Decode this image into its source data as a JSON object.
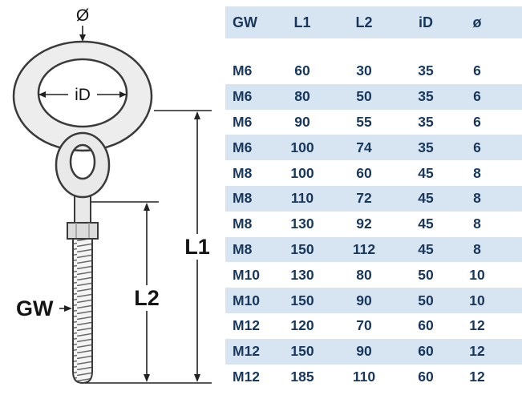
{
  "drawing": {
    "diameter_label": "Ø",
    "inner_diameter_label": "iD",
    "total_length_label": "L1",
    "thread_length_label": "L2",
    "thread_size_label": "GW"
  },
  "table": {
    "headers": [
      "GW",
      "L1",
      "L2",
      "iD",
      "ø"
    ],
    "rows": [
      [
        "M6",
        "60",
        "30",
        "35",
        "6"
      ],
      [
        "M6",
        "80",
        "50",
        "35",
        "6"
      ],
      [
        "M6",
        "90",
        "55",
        "35",
        "6"
      ],
      [
        "M6",
        "100",
        "74",
        "35",
        "6"
      ],
      [
        "M8",
        "100",
        "60",
        "45",
        "8"
      ],
      [
        "M8",
        "110",
        "72",
        "45",
        "8"
      ],
      [
        "M8",
        "130",
        "92",
        "45",
        "8"
      ],
      [
        "M8",
        "150",
        "112",
        "45",
        "8"
      ],
      [
        "M10",
        "130",
        "80",
        "50",
        "10"
      ],
      [
        "M10",
        "150",
        "90",
        "50",
        "10"
      ],
      [
        "M12",
        "120",
        "70",
        "60",
        "12"
      ],
      [
        "M12",
        "150",
        "90",
        "60",
        "12"
      ],
      [
        "M12",
        "185",
        "110",
        "60",
        "12"
      ]
    ]
  },
  "colors": {
    "row_highlight": "#d7e5f2",
    "text_navy": "#17375d",
    "line_color": "#222222"
  }
}
